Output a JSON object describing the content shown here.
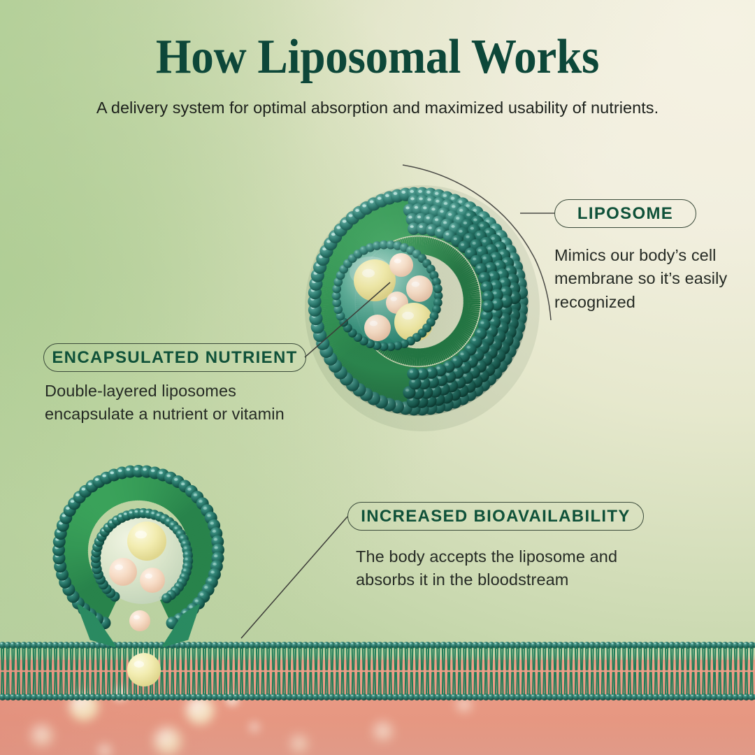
{
  "header": {
    "title": "How Liposomal Works",
    "subtitle": "A delivery system for optimal absorption and maximized usability of nutrients."
  },
  "colors": {
    "title_green": "#0d4739",
    "pill_text_green": "#0f5139",
    "pill_border": "#3a4a3a",
    "body_text": "#252a24",
    "bg_sage": "#b3cd9c",
    "bg_cream": "#f5f2e3",
    "bloodstream_salmon": "#ef9f88",
    "lipid_head_teal": "#2f8078",
    "lipid_tail_green": "#228a5f",
    "nutrient_yellow": "#f0e9a8",
    "nutrient_peach": "#f5d9c0"
  },
  "callouts": [
    {
      "id": "liposome",
      "label": "LIPOSOME",
      "description": "Mimics our body’s cell\nmembrane so it’s easily\nrecognized"
    },
    {
      "id": "encapsulated-nutrient",
      "label": "ENCAPSULATED NUTRIENT",
      "description": "Double-layered liposomes\nencapsulate a nutrient or vitamin"
    },
    {
      "id": "increased-bioavailability",
      "label": "INCREASED BIOAVAILABILITY",
      "description": "The body accepts the liposome and\nabsorbs it in the bloodstream"
    }
  ],
  "figures": {
    "liposome_sphere": "intact-liposome-cross-section",
    "fusing_liposome": "liposome-fusing-with-cell-membrane",
    "cell_membrane": "phospholipid-bilayer",
    "bloodstream": "bloodstream-region"
  }
}
